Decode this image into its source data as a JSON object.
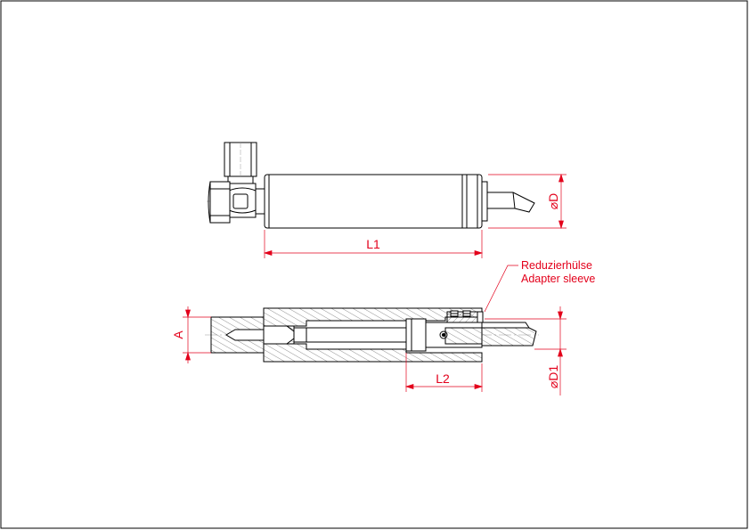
{
  "colors": {
    "outline": "#000000",
    "dimension": "#e3001b",
    "hatch": "#555555",
    "centerline": "#999999",
    "background": "#ffffff"
  },
  "dimensions": {
    "diameter_d": "D",
    "length_l1": "L1",
    "length_a": "A",
    "length_l2": "L2",
    "diameter_d1": "D1",
    "diameter_symbol": "⌀"
  },
  "callout": {
    "line1": "Reduzierhülse",
    "line2": "Adapter sleeve"
  }
}
